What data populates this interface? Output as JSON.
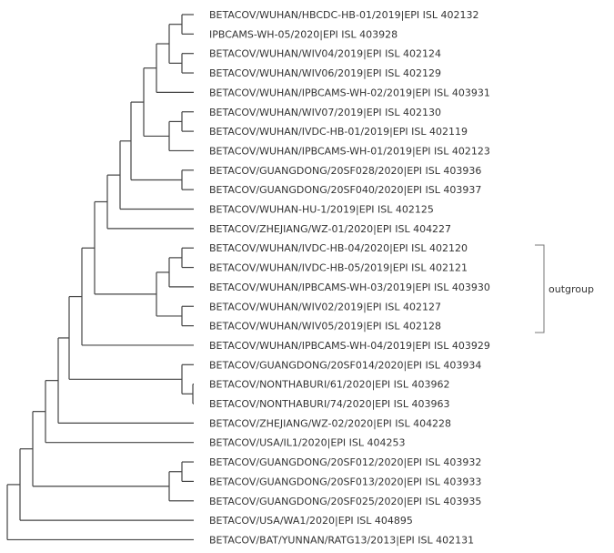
{
  "tree": {
    "leaves": [
      "BETACOV/WUHAN/HBCDC-HB-01/2019|EPI ISL 402132",
      "IPBCAMS-WH-05/2020|EPI ISL 403928",
      "BETACOV/WUHAN/WIV04/2019|EPI ISL 402124",
      "BETACOV/WUHAN/WIV06/2019|EPI ISL 402129",
      "BETACOV/WUHAN/IPBCAMS-WH-02/2019|EPI ISL 403931",
      "BETACOV/WUHAN/WIV07/2019|EPI ISL 402130",
      "BETACOV/WUHAN/IVDC-HB-01/2019|EPI ISL 402119",
      "BETACOV/WUHAN/IPBCAMS-WH-01/2019|EPI ISL 402123",
      "BETACOV/GUANGDONG/20SF028/2020|EPI ISL 403936",
      "BETACOV/GUANGDONG/20SF040/2020|EPI ISL 403937",
      "BETACOV/WUHAN-HU-1/2019|EPI ISL 402125",
      "BETACOV/ZHEJIANG/WZ-01/2020|EPI ISL 404227",
      "BETACOV/WUHAN/IVDC-HB-04/2020|EPI ISL 402120",
      "BETACOV/WUHAN/IVDC-HB-05/2019|EPI ISL 402121",
      "BETACOV/WUHAN/IPBCAMS-WH-03/2019|EPI ISL 403930",
      "BETACOV/WUHAN/WIV02/2019|EPI ISL 402127",
      "BETACOV/WUHAN/WIV05/2019|EPI ISL 402128",
      "BETACOV/WUHAN/IPBCAMS-WH-04/2019|EPI ISL 403929",
      "BETACOV/GUANGDONG/20SF014/2020|EPI ISL 403934",
      "BETACOV/NONTHABURI/61/2020|EPI ISL 403962",
      "BETACOV/NONTHABURI/74/2020|EPI ISL 403963",
      "BETACOV/ZHEJIANG/WZ-02/2020|EPI ISL 404228",
      "BETACOV/USA/IL1/2020|EPI ISL 404253",
      "BETACOV/GUANGDONG/20SF012/2020|EPI ISL 403932",
      "BETACOV/GUANGDONG/20SF013/2020|EPI ISL 403933",
      "BETACOV/GUANGDONG/20SF025/2020|EPI ISL 403935",
      "BETACOV/USA/WA1/2020|EPI ISL 404895",
      "BETACOV/BAT/YUNNAN/RATG13/2013|EPI ISL 402131"
    ],
    "outgroup_label": "outgroup",
    "line_color": "#444444",
    "text_color": "#333333"
  }
}
